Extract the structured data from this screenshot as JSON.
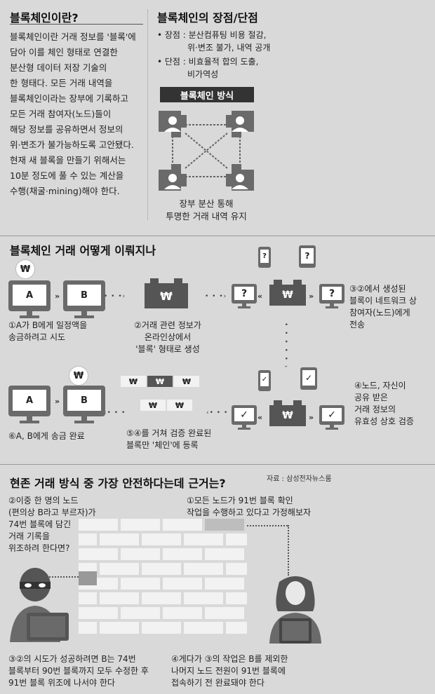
{
  "left_col": {
    "title": "블록체인이란?",
    "lines": [
      "블록체인이란 거래 정보를 '블록'에",
      "담아 이를 체인 형태로 연결한",
      "분산형 데이터 저장 기술의",
      "한 형태다. 모든 거래 내역을",
      "블록체인이라는 장부에 기록하고",
      "모든 거래 참여자(노드)들이",
      "해당 정보를 공유하면서 정보의",
      "위·변조가 불가능하도록 고안됐다.",
      "현재 새 블록을 만들기 위해서는",
      "10분 정도에 풀 수 있는 계산을",
      "수행(채굴·mining)해야 한다."
    ]
  },
  "right_col": {
    "title": "블록체인의 장점/단점",
    "pros_label": "• 장점 : 분산컴퓨팅 비용 절감,",
    "pros_line2": "위·변조 불가, 내역 공개",
    "cons_label": "• 단점 : 비효율적 합의 도출,",
    "cons_line2": "비가역성",
    "method_title": "블록체인 방식",
    "caption_1": "장부 분산 통해",
    "caption_2": "투명한 거래 내역 유지"
  },
  "flow": {
    "title": "블록체인 거래 어떻게 이뤄지나",
    "won": "₩",
    "q": "?",
    "check": "✓",
    "chev": "»",
    "chev_l": "«",
    "label_a": "A",
    "label_b": "B",
    "step1": [
      "①A가 B에게 일정액을",
      "송금하려고 시도"
    ],
    "step2": [
      "②거래 관련 정보가",
      "온라인상에서",
      "'블록' 형태로 생성"
    ],
    "step3": [
      "③②에서 생성된",
      "블록이 네트워크 상",
      "참여자(노드)에게",
      "전송"
    ],
    "step4": [
      "④노드, 자신이",
      "공유 받은",
      "거래 정보의",
      "유효성 상호 검증"
    ],
    "step5": [
      "⑤④를 거쳐 검증 완료된",
      "블록만 '체인'에 등록"
    ],
    "step6": "⑥A, B에게 송금 완료"
  },
  "safety": {
    "title": "현존 거래 방식 중 가장 안전하다는데 근거는?",
    "source": "자료 : 삼성전자뉴스룸",
    "note1": [
      "①모든 노드가 91번 블록 확인",
      "작업을 수행하고 있다고 가정해보자"
    ],
    "note2": [
      "②이중 한 명의 노드",
      "(편의상 B라고 부르자)가",
      "74번 블록에 담긴",
      "거래 기록을",
      "위조하려 한다면?"
    ],
    "note3": [
      "③②의 시도가 성공하려면 B는 74번",
      "블록부터 90번 블록까지 모두 수정한 후",
      "91번 블록 위조에 나서야 한다"
    ],
    "note4": [
      "④게다가 ③의 작업은 B를 제외한",
      "나머지 노드 전원이 91번 블록에",
      "접속하기 전 완료돼야 한다"
    ]
  },
  "colors": {
    "background": "#d9d9d9",
    "dark": "#555555",
    "screen": "#ffffff"
  }
}
